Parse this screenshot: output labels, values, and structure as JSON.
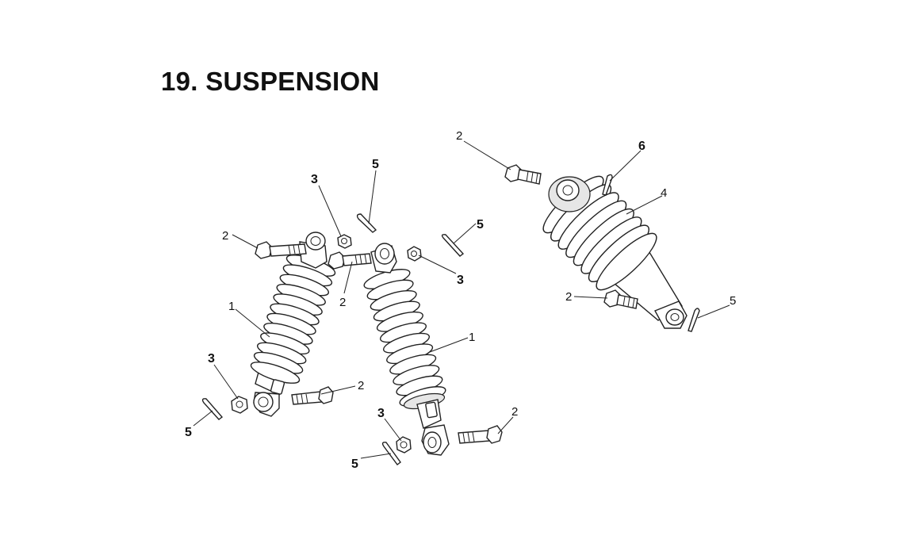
{
  "title": "19. SUSPENSION",
  "callouts": {
    "c1": "5",
    "c2": "3",
    "c3": "2",
    "c4": "2",
    "c5": "5",
    "c6": "3",
    "c7": "1",
    "c8": "1",
    "c9": "3",
    "c10": "2",
    "c11": "5",
    "c12": "3",
    "c13": "5",
    "c14": "2",
    "c15": "2",
    "c16": "6",
    "c17": "4",
    "c18": "2",
    "c19": "5"
  }
}
